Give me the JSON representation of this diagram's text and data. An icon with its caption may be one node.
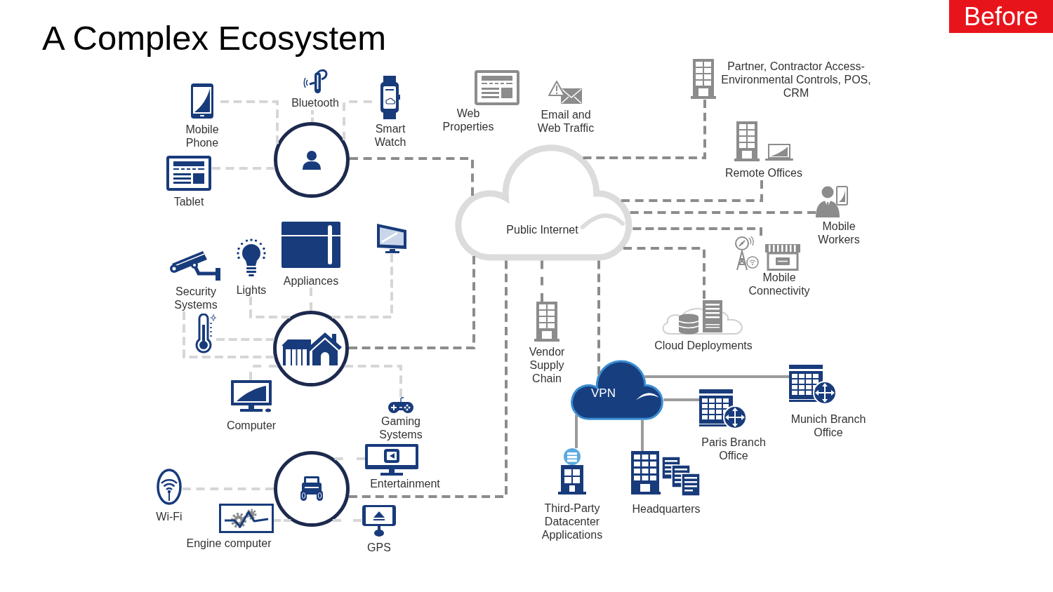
{
  "diagram": {
    "title": "A Complex Ecosystem",
    "nodes": [
      {
        "text": [],
        "shape": "circle"
      },
      {
        "text": [
          "Mobile Phone"
        ]
      },
      {
        "text": [
          "Bluetooth"
        ]
      },
      {
        "text": [
          "Smart Watch"
        ]
      },
      {
        "text": [
          "Tablet"
        ]
      },
      {
        "text": [
          "Web Properties"
        ]
      },
      {
        "text": [
          "Email and Web Traffic"
        ]
      },
      {
        "text": [
          "Partner, Contractor Access- Environmental Controls, POS, CRM"
        ]
      },
      {
        "text": [
          "Public Internet"
        ]
      },
      {
        "text": [
          "Remote Offices"
        ]
      },
      {
        "text": [
          "Mobile Workers"
        ]
      },
      {
        "text": [
          "Security Systems"
        ]
      },
      {
        "text": [
          "Lights"
        ]
      },
      {
        "text": [
          "Appliances"
        ]
      },
      {
        "text": [],
        "shape": "picture"
      },
      {
        "text": [
          "Mobile Connectivity"
        ]
      },
      {
        "text": [],
        "shape": "picture"
      },
      {
        "text": [],
        "shape": "circle"
      },
      {
        "text": [
          "Cloud Deployments"
        ]
      },
      {
        "text": [
          "Vendor Supply Chain"
        ]
      },
      {
        "text": [
          "VPN"
        ]
      },
      {
        "text": [
          "Munich Branch Office"
        ]
      },
      {
        "text": [
          "Computer"
        ]
      },
      {
        "text": [
          "Gaming Systems"
        ]
      },
      {
        "text": [
          "Paris Branch Office"
        ]
      },
      {
        "text": [],
        "shape": "circle"
      },
      {
        "text": [
          "Entertainment"
        ]
      },
      {
        "text": [
          "Wi-Fi"
        ]
      },
      {
        "text": [
          "Engine computer"
        ]
      },
      {
        "text": [
          "GPS"
        ]
      },
      {
        "text": [
          "Third-Party Datacenter Applications"
        ]
      },
      {
        "text": [
          "Headquarters"
        ]
      }
    ],
    "edges": [
      {
        "from": 1,
        "to": 0,
        "arrow": "none",
        "style": "dashed"
      },
      {
        "from": 2,
        "to": 0,
        "arrow": "none",
        "style": "dashed"
      },
      {
        "from": 3,
        "to": 0,
        "arrow": "none",
        "style": "dashed"
      },
      {
        "from": 4,
        "to": 0,
        "arrow": "none",
        "style": "dashed"
      },
      {
        "from": 0,
        "to": 8,
        "arrow": "none",
        "style": "dashed",
        "color": "#8c8c8c"
      },
      {
        "from": 8,
        "to": 7,
        "arrow": "none",
        "style": "dashed",
        "color": "#8c8c8c"
      },
      {
        "from": 8,
        "to": 9,
        "arrow": "none",
        "style": "dashed",
        "color": "#8c8c8c"
      },
      {
        "from": 8,
        "to": 10,
        "arrow": "none",
        "style": "dashed",
        "color": "#8c8c8c"
      },
      {
        "from": 8,
        "to": 15,
        "arrow": "none",
        "style": "dashed",
        "color": "#8c8c8c"
      },
      {
        "from": 8,
        "to": 18,
        "arrow": "none",
        "style": "dashed",
        "color": "#8c8c8c"
      },
      {
        "from": 8,
        "to": 19,
        "arrow": "none",
        "style": "dashed",
        "color": "#8c8c8c"
      },
      {
        "from": 8,
        "to": 20,
        "arrow": "none",
        "style": "dashed",
        "color": "#8c8c8c"
      },
      {
        "from": 11,
        "to": 17,
        "arrow": "none",
        "style": "dashed"
      },
      {
        "from": 12,
        "to": 17,
        "arrow": "none",
        "style": "dashed"
      },
      {
        "from": 13,
        "to": 17,
        "arrow": "none",
        "style": "dashed"
      },
      {
        "from": 14,
        "to": 17,
        "arrow": "none",
        "style": "dashed"
      },
      {
        "from": 16,
        "to": 17,
        "arrow": "none",
        "style": "dashed"
      },
      {
        "from": 22,
        "to": 17,
        "arrow": "none",
        "style": "dashed"
      },
      {
        "from": 23,
        "to": 17,
        "arrow": "none",
        "style": "dashed"
      },
      {
        "from": 17,
        "to": 8,
        "arrow": "none",
        "style": "dashed",
        "color": "#8c8c8c"
      },
      {
        "from": 26,
        "to": 25,
        "arrow": "none",
        "style": "dashed"
      },
      {
        "from": 27,
        "to": 25,
        "arrow": "none",
        "style": "dashed"
      },
      {
        "from": 28,
        "to": 25,
        "arrow": "none",
        "style": "dashed"
      },
      {
        "from": 29,
        "to": 25,
        "arrow": "none",
        "style": "dashed"
      },
      {
        "from": 25,
        "to": 8,
        "arrow": "none",
        "style": "dashed",
        "color": "#8c8c8c"
      },
      {
        "from": 20,
        "to": 21,
        "arrow": "none",
        "color": "#9b9b9b"
      },
      {
        "from": 20,
        "to": 24,
        "arrow": "none",
        "color": "#9b9b9b"
      },
      {
        "from": 20,
        "to": 30,
        "arrow": "none",
        "color": "#9b9b9b"
      },
      {
        "from": 20,
        "to": 31,
        "arrow": "none",
        "color": "#9b9b9b"
      }
    ],
    "labels": [
      "Before"
    ]
  }
}
